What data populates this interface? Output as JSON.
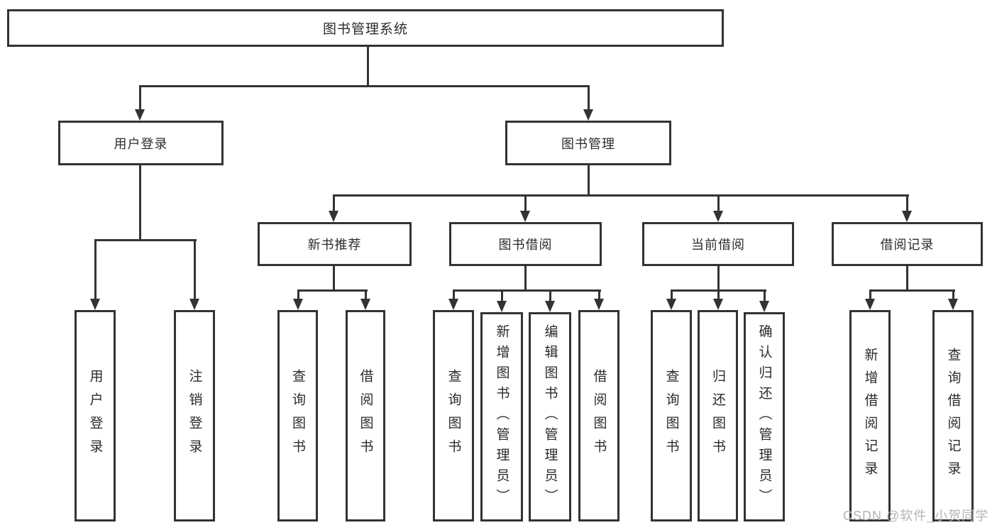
{
  "diagram_title": "图书管理系统",
  "nodes": {
    "root": "图书管理系统",
    "level2": {
      "user_login": "用户登录",
      "book_mgmt": "图书管理"
    },
    "level3": {
      "new_books": "新书推荐",
      "borrowing": "图书借阅",
      "current": "当前借阅",
      "records": "借阅记录"
    },
    "leaves": {
      "user_login": [
        "用户登录",
        "注销登录"
      ],
      "new_books": [
        "查询图书",
        "借阅图书"
      ],
      "borrowing": [
        "查询图书",
        "新增图书（管理员）",
        "编辑图书（管理员）",
        "借阅图书"
      ],
      "current": [
        "查询图书",
        "归还图书",
        "确认归还（管理员）"
      ],
      "records": [
        "新增借阅记录",
        "查询借阅记录"
      ]
    }
  },
  "watermark": "CSDN @软件_小贺同学",
  "colors": {
    "line": "#333333",
    "text": "#2b2b2b",
    "watermark": "#b5b5b5",
    "background": "#ffffff"
  }
}
